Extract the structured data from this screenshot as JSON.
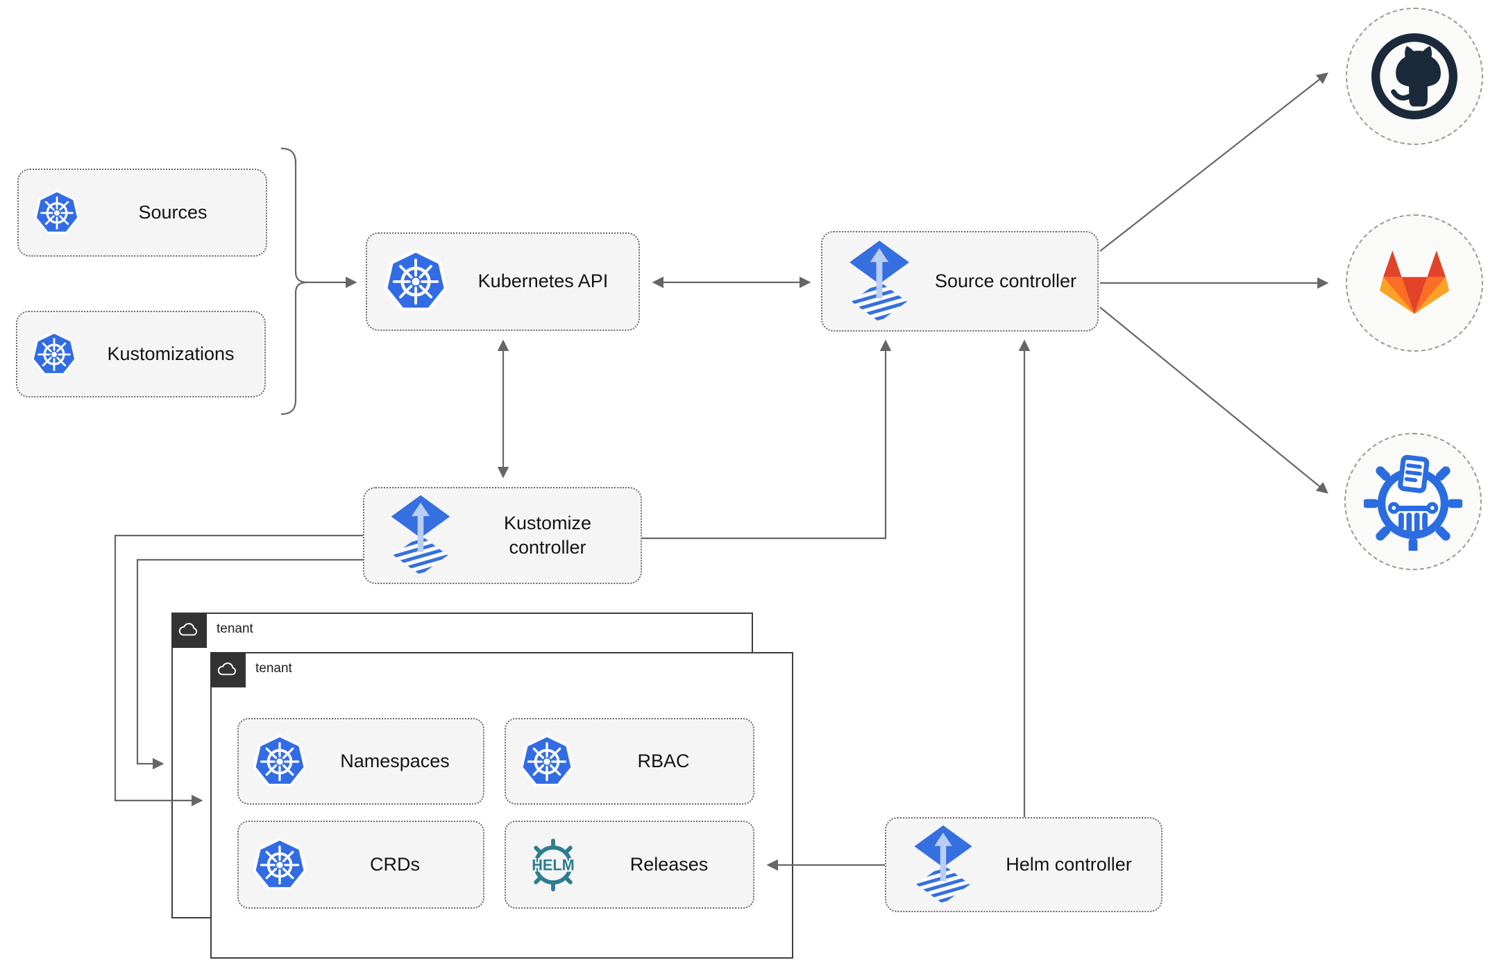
{
  "diagram": {
    "nodes": {
      "sources": "Sources",
      "kustomizations": "Kustomizations",
      "kubernetes_api": "Kubernetes API",
      "source_controller": "Source controller",
      "kustomize_controller": "Kustomize controller",
      "helm_controller": "Helm controller",
      "namespaces": "Namespaces",
      "rbac": "RBAC",
      "crds": "CRDs",
      "releases": "Releases"
    },
    "tenants": {
      "back": "tenant",
      "front": "tenant"
    },
    "icons": {
      "kubernetes": "kubernetes-icon",
      "flux": "flux-icon",
      "helm": "helm-icon",
      "helm_logo_text": "HELM",
      "cloud": "cloud-icon",
      "github": "github-icon",
      "gitlab": "gitlab-icon",
      "chartmuseum": "chartmuseum-icon"
    },
    "colors": {
      "kubernetes_blue": "#326ce5",
      "flux_blue": "#356fe0",
      "flux_arrow_light": "#b9cef5",
      "helm_teal": "#2e7d8f",
      "github_dark": "#1b2a3a",
      "gitlab_orange_dark": "#e24329",
      "gitlab_orange": "#fc6d26",
      "gitlab_orange_light": "#fca326",
      "chartmuseum_blue": "#2b6de0",
      "connector_gray": "#666666",
      "node_fill": "#f5f5f5",
      "tenant_tab": "#333333"
    }
  }
}
